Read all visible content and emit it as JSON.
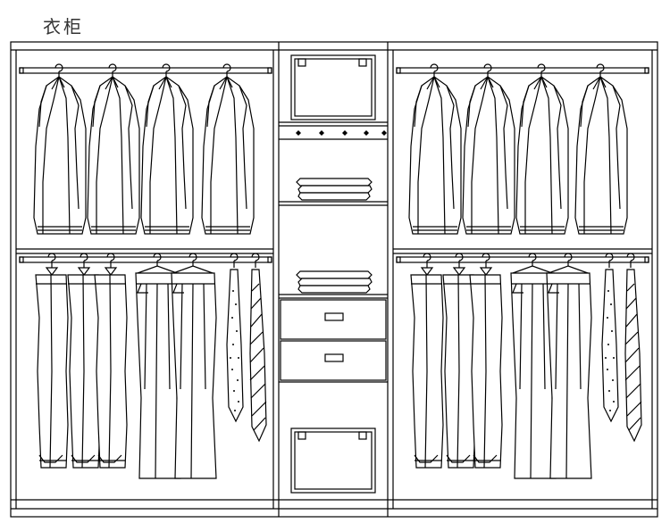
{
  "drawing": {
    "title": "衣柜",
    "sections": {
      "left": {
        "shirts": 4,
        "trousers": 5,
        "ties": 2
      },
      "center": {
        "boxes": 2,
        "hooks": 5,
        "folded_stacks": 2,
        "drawers": 2
      },
      "right": {
        "shirts": 4,
        "trousers": 5,
        "ties": 2
      }
    }
  }
}
